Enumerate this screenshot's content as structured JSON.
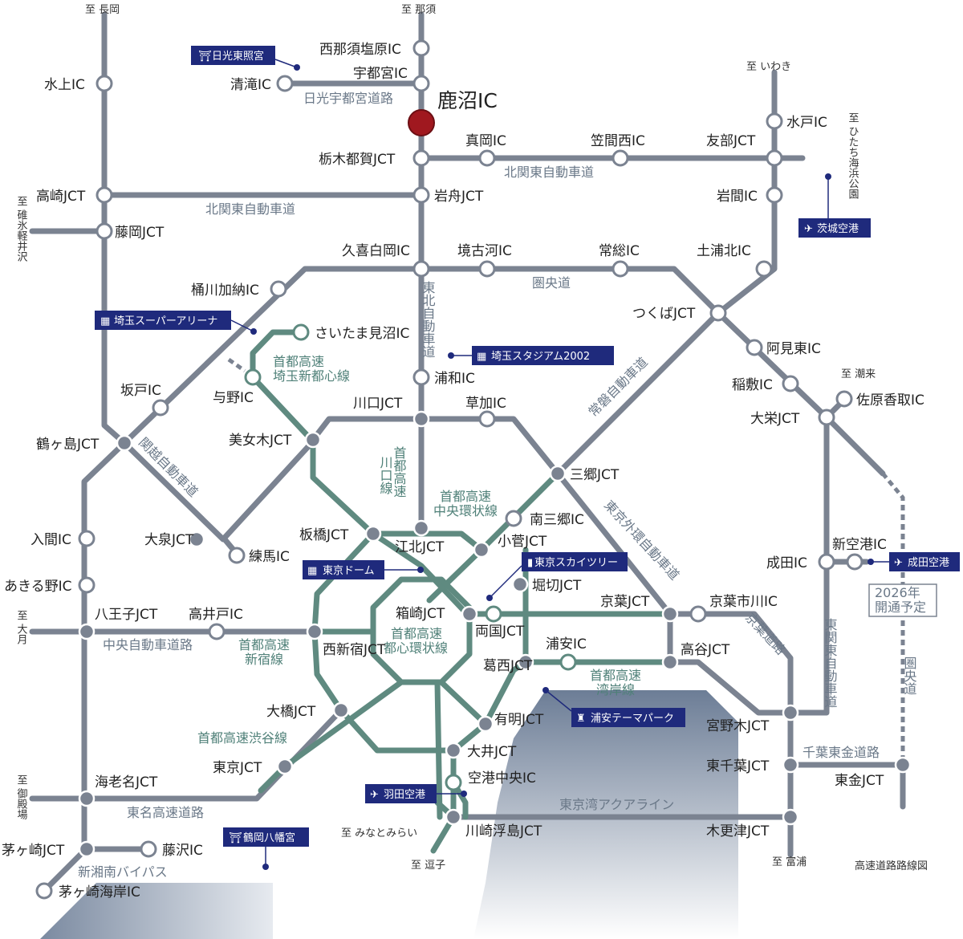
{
  "title": "高速道路路線図",
  "highlight": "鹿沼IC",
  "colors": {
    "expressway": "#7b8391",
    "shutoko": "#5f8a80",
    "landmark": "#1f2a7c",
    "highlight": "#a0181f",
    "sea": "#6c7d96"
  },
  "directions": {
    "nagaoka": "至 長岡",
    "nasu": "至 那須",
    "iwaki": "至 いわき",
    "hitachi": "至 ひたち海浜公園",
    "karuizawa": "至 碓氷軽井沢",
    "shiomaki": "至 潮来",
    "otsuki": "至 大月",
    "gotemba": "至 御殿場",
    "minatomirai": "至 みなとみらい",
    "zushi": "至 逗子",
    "tomiura": "至 富浦"
  },
  "interchanges": {
    "nishinasu": "西那須塩原IC",
    "utsunomiya": "宇都宮IC",
    "kiyotaki": "清滝IC",
    "tochigitsuga": "栃木都賀JCT",
    "mooka": "真岡IC",
    "kasamanishi": "笠間西IC",
    "tomobe": "友部JCT",
    "mito": "水戸IC",
    "iwama": "岩間IC",
    "minakami": "水上IC",
    "takasaki": "高崎JCT",
    "iwafune": "岩舟JCT",
    "fujioka": "藤岡JCT",
    "kukishiraoka": "久喜白岡IC",
    "sakaikoga": "境古河IC",
    "joso": "常総IC",
    "tsuchiurakita": "土浦北IC",
    "okegawa": "桶川加納IC",
    "tsukuba": "つくばJCT",
    "saitamaminuma": "さいたま見沼IC",
    "amihigashi": "阿見東IC",
    "yono": "与野IC",
    "urawa": "浦和IC",
    "inashiki": "稲敷IC",
    "sawarakatori": "佐原香取IC",
    "sakado": "坂戸IC",
    "kawaguchi": "川口JCT",
    "soka": "草加IC",
    "taiei": "大栄JCT",
    "tsurugashima": "鶴ヶ島JCT",
    "bijogi": "美女木JCT",
    "misato": "三郷JCT",
    "minamimisato": "南三郷IC",
    "iruma": "入間IC",
    "oizumi": "大泉JCT",
    "nerima": "練馬IC",
    "itabashi": "板橋JCT",
    "kohoku": "江北JCT",
    "kosuge": "小菅JCT",
    "akiruno": "あきる野IC",
    "horikiri": "堀切JCT",
    "shinkuko": "新空港IC",
    "narita": "成田IC",
    "hachioji": "八王子JCT",
    "takaido": "高井戸IC",
    "hakozaki": "箱崎JCT",
    "ryogoku": "両国JCT",
    "keiyo": "京葉JCT",
    "keiyoichikawa": "京葉市川IC",
    "urayasu": "浦安IC",
    "koya": "高谷JCT",
    "nishishinjuku": "西新宿JCT",
    "kasai": "葛西JCT",
    "ohashi": "大橋JCT",
    "ariake": "有明JCT",
    "miyanogi": "宮野木JCT",
    "tokyo": "東京JCT",
    "oi": "大井JCT",
    "higashichiba": "東千葉JCT",
    "ebina": "海老名JCT",
    "kukochuo": "空港中央IC",
    "togane": "東金JCT",
    "kawasakiukishima": "川崎浮島JCT",
    "kisarazu": "木更津JCT",
    "chigasaki": "茅ヶ崎JCT",
    "fujisawa": "藤沢IC",
    "chigasakikaigan": "茅ヶ崎海岸IC"
  },
  "roads": {
    "nikko_utsunomiya": "日光宇都宮道路",
    "kitakanto_east": "北関東自動車道",
    "kitakanto_west": "北関東自動車道",
    "kenodo": "圏央道",
    "tohoku": "東北自動車道",
    "saitama_shintoshin": [
      "首都高速",
      "埼玉新都心線"
    ],
    "joban": "常磐自動車道",
    "kanetsu": "関越自動車道",
    "kawaguchi_line": [
      "首都高速",
      "川口線"
    ],
    "chuo_kanjo": [
      "首都高速",
      "中央環状線"
    ],
    "gaikan": "東京外環自動車道",
    "toshin_kanjo": [
      "首都高速",
      "都心環状線"
    ],
    "chuo_expressway": "中央自動車道路",
    "shinjuku_line": [
      "首都高速",
      "新宿線"
    ],
    "wangan": [
      "首都高速",
      "湾岸線"
    ],
    "keiyo_road": "京葉道路",
    "higashikanto": "東関東自動車道",
    "kenodo_south": "圏央道",
    "shibuya_line": "首都高速渋谷線",
    "chiba_togane": "千葉東金道路",
    "aqualine": "東京湾アクアライン",
    "tomei": "東名高速道路",
    "shinshonan": "新湘南バイパス"
  },
  "planned": [
    "2026年",
    "開通予定"
  ],
  "landmarks": {
    "nikko": "日光東照宮",
    "ibaraki_airport": "茨城空港",
    "super_arena": "埼玉スーパーアリーナ",
    "stadium": "埼玉スタジアム2002",
    "tokyo_dome": "東京ドーム",
    "skytree": "東京スカイツリー",
    "narita_airport": "成田空港",
    "theme_park": "浦安テーマパーク",
    "haneda": "羽田空港",
    "tsurugaoka": "鶴岡八幡宮"
  }
}
